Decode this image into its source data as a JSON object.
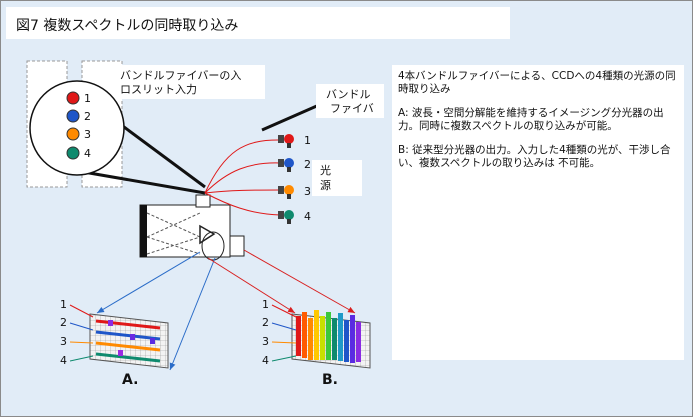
{
  "title": "図7 複数スペクトルの同時取り込み",
  "labels": {
    "slit_caption_line1": "バンドルファイバーの入",
    "slit_caption_line2": "ロスリット入力",
    "bundle_fiber_line1": "バンドル",
    "bundle_fiber_line2": "ファイバ",
    "light_source_line1": "光",
    "light_source_line2": "源",
    "panel_a": "A.",
    "panel_b": "B."
  },
  "slit_numbers": [
    "1",
    "2",
    "3",
    "4"
  ],
  "source_numbers": [
    "1",
    "2",
    "3",
    "4"
  ],
  "panel_a_numbers": [
    "1",
    "2",
    "3",
    "4"
  ],
  "panel_b_numbers": [
    "1",
    "2",
    "3",
    "4"
  ],
  "description": {
    "intro": "4本バンドルファイバーによる、CCDへの4種類の光源の同時取り込み",
    "case_a": "A: 波長・空間分解能を維持するイメージング分光器の出力。同時に複数スペクトルの取り込みが可能。",
    "case_b": "B: 従来型分光器の出力。入力した4種類の光が、干渉し合い、複数スペクトルの取り込みは 不可能。"
  },
  "colors": {
    "channel_1": "#e01818",
    "channel_2": "#1f56c8",
    "channel_3": "#ff8a00",
    "channel_4": "#0f8a6e",
    "background": "#e1ecf7"
  }
}
